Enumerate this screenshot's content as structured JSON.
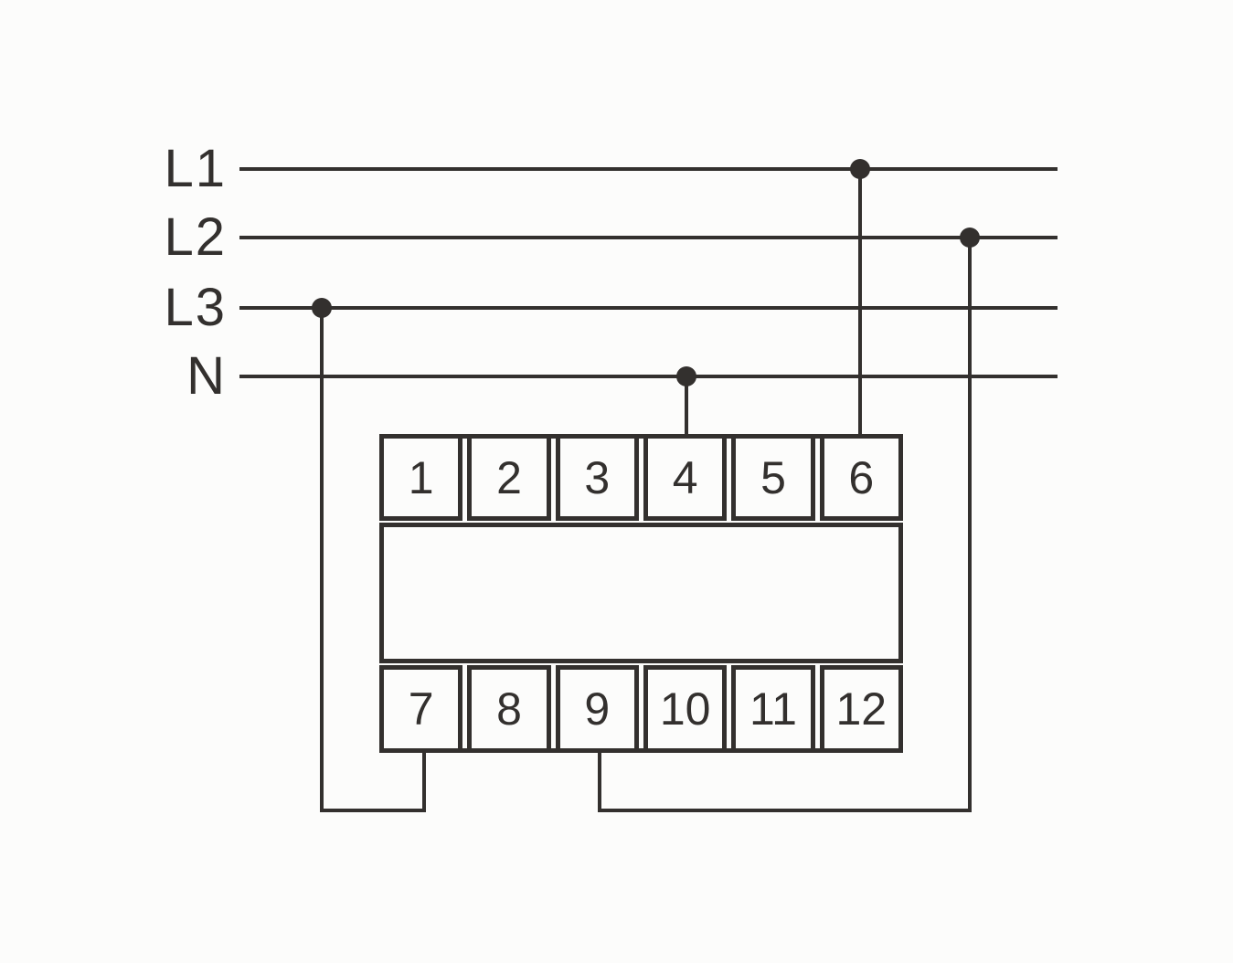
{
  "diagram": {
    "kind": "electrical-wiring-diagram",
    "colors": {
      "stroke": "#33302e",
      "background": "#fcfcfb"
    },
    "buses": [
      {
        "id": "l1",
        "label": "L1"
      },
      {
        "id": "l2",
        "label": "L2"
      },
      {
        "id": "l3",
        "label": "L3"
      },
      {
        "id": "n",
        "label": "N"
      }
    ],
    "device": {
      "top_terminals": [
        "1",
        "2",
        "3",
        "4",
        "5",
        "6"
      ],
      "bottom_terminals": [
        "7",
        "8",
        "9",
        "10",
        "11",
        "12"
      ]
    },
    "connections": [
      {
        "from": "L1",
        "to": "terminal-6"
      },
      {
        "from": "N",
        "to": "terminal-4"
      },
      {
        "from": "L3",
        "to": "terminal-7"
      },
      {
        "from": "L2",
        "to": "terminal-9"
      }
    ]
  }
}
